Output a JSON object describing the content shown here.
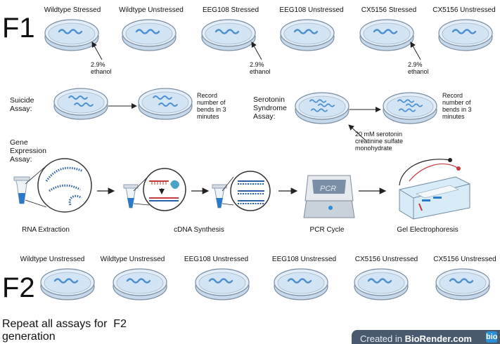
{
  "f1": {
    "label": "F1",
    "dishes": [
      "Wildtype Stressed",
      "Wildtype Unstressed",
      "EEG108 Stressed",
      "EEG108 Unstressed",
      "CX5156 Stressed",
      "CX5156 Unstressed"
    ],
    "ethanol_note": "2.9%\nethanol"
  },
  "suicide": {
    "label": "Suicide\nAssay:",
    "note": "Record\nnumber of\nbends in 3\nminutes"
  },
  "serotonin": {
    "label": "Serotonin\nSyndrome\nAssay:",
    "note": "Record\nnumber of\nbends in 3\nminutes",
    "treatment": "20 mM serotonin\ncreatinine sulfate\nmonohydrate"
  },
  "gene": {
    "label": "Gene\nExpression\nAssay:",
    "stages": [
      "RNA Extraction",
      "cDNA Synthesis",
      "PCR Cycle",
      "Gel Electrophoresis"
    ],
    "pcr_text": "PCR"
  },
  "f2": {
    "label": "F2",
    "dishes": [
      "Wildtype Unstressed",
      "Wildtype Unstressed",
      "EEG108 Unstressed",
      "EEG108 Unstressed",
      "CX5156 Unstressed",
      "CX5156 Unstressed"
    ]
  },
  "repeat_text": "Repeat all assays for  F2\ngeneration",
  "credit": {
    "prefix": "Created in ",
    "brand": "BioRender.com",
    "logo": "bio"
  },
  "colors": {
    "dish_fill": "#dbe9f6",
    "dish_rim": "#7d8fa3",
    "worm": "#4a8fd1",
    "arrow": "#222222"
  }
}
